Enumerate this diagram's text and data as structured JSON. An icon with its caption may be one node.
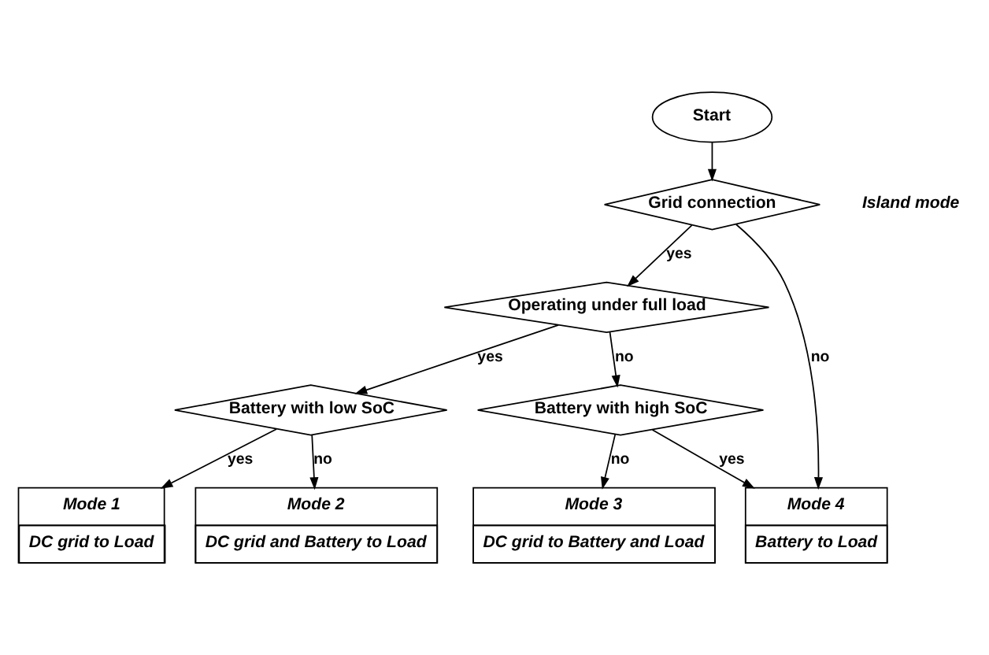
{
  "diagram": {
    "nodes": [
      {
        "text": [
          "Start"
        ]
      },
      {
        "text": [
          "Grid connection"
        ]
      },
      {
        "text": [
          "Operating under full load"
        ]
      },
      {
        "text": [
          "Battery with low SoC"
        ]
      },
      {
        "text": [
          "Battery with high SoC"
        ]
      },
      {
        "text": [
          "Mode 1",
          "DC grid to Load"
        ]
      },
      {
        "text": [
          "Mode 2",
          "DC grid and Battery to Load"
        ]
      },
      {
        "text": [
          "Mode 3",
          "DC grid to Battery and Load"
        ]
      },
      {
        "text": [
          "Mode 4",
          "Battery to Load"
        ]
      }
    ],
    "edges": [
      {
        "from": 0,
        "to": 1,
        "arrow": "to"
      },
      {
        "from": 1,
        "to": 2,
        "label": "yes",
        "arrow": "to"
      },
      {
        "from": 1,
        "to": 8,
        "label": "no",
        "arrow": "to"
      },
      {
        "from": 2,
        "to": 3,
        "label": "yes",
        "arrow": "to"
      },
      {
        "from": 2,
        "to": 4,
        "label": "no",
        "arrow": "to"
      },
      {
        "from": 3,
        "to": 5,
        "label": "yes",
        "arrow": "to"
      },
      {
        "from": 3,
        "to": 6,
        "label": "no",
        "arrow": "to"
      },
      {
        "from": 4,
        "to": 7,
        "label": "no",
        "arrow": "to"
      },
      {
        "from": 4,
        "to": 8,
        "label": "yes",
        "arrow": "to"
      }
    ],
    "labels": [
      "Island mode"
    ]
  }
}
